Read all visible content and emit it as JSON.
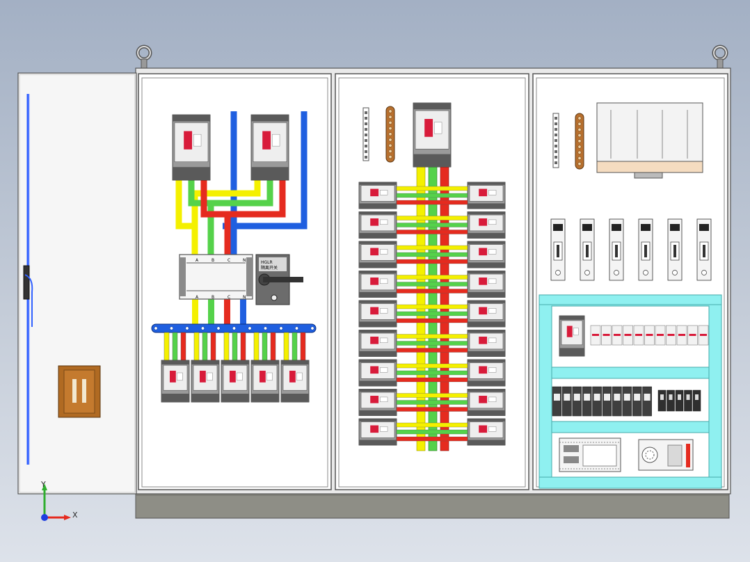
{
  "viewport": {
    "background_top": "#a3b0c4",
    "background_bottom": "#dde2ea"
  },
  "colors": {
    "enclosure_panel": "#ffffff",
    "enclosure_frame": "#8a8a8a",
    "plinth": "#8e8e86",
    "breaker_body": "#9a9a9a",
    "breaker_dark": "#5a5a5a",
    "breaker_handle": "#d81b3a",
    "busbar_yellow": "#f4f000",
    "busbar_green": "#55d24a",
    "busbar_red": "#e52b1f",
    "busbar_blue": "#1f5fe0",
    "dinrail_frame": "#8ff0f0",
    "terminal_block": "#b8702e",
    "door_hinge_blue": "#3060ff"
  },
  "sections": {
    "door": {
      "name": "open-door",
      "handle": "door-lock-plate"
    },
    "left_panel": {
      "top_breaker_count": 2,
      "bottom_breaker_count": 5,
      "phase_labels": [
        "A",
        "B",
        "C",
        "N"
      ],
      "switch_label": "HGLR",
      "switch_sublabel": "隔离开关"
    },
    "middle_panel": {
      "main_breaker_count": 1,
      "branch_rows": 9,
      "branch_per_side": 1
    },
    "right_panel": {
      "fuse_count": 6,
      "relay_count": 10,
      "small_breaker_count": 5
    }
  },
  "axis": {
    "x_label": "X",
    "y_label": "Y"
  }
}
